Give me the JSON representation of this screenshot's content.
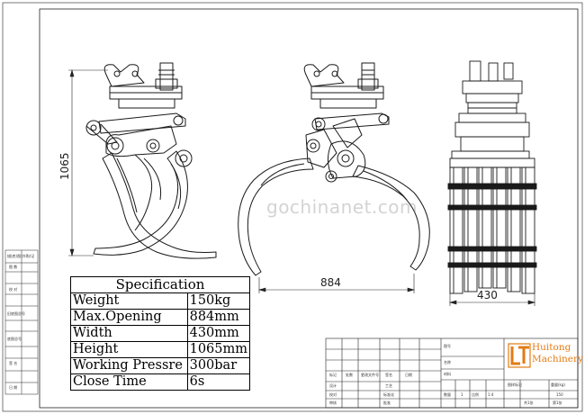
{
  "drawing": {
    "dimensions": {
      "height": "1065",
      "opening": "884",
      "width": "430"
    },
    "watermark": "gochinanet.com",
    "brand": {
      "logo_text": "LT",
      "name_line1": "Huitong",
      "name_line2": "Machinery"
    }
  },
  "specification": {
    "title": "Specification",
    "rows": [
      {
        "label": "Weight",
        "value": "150kg"
      },
      {
        "label": "Max.Opening",
        "value": "884mm"
      },
      {
        "label": "Width",
        "value": "430mm"
      },
      {
        "label": "Height",
        "value": "1065mm"
      },
      {
        "label": "Working Pressre",
        "value": "300bar"
      },
      {
        "label": "Close Time",
        "value": "6s"
      }
    ]
  },
  "title_block": {
    "left_labels": [
      "描(底)图(外购)记",
      "图 数",
      "校 对",
      "旧底图总号",
      "底图总号",
      "签 名",
      "日 期"
    ],
    "row_labels": [
      "标记",
      "处数",
      "更改文件号",
      "签名",
      "日期"
    ],
    "row2_labels": [
      "设计",
      "工艺",
      "标准化"
    ],
    "row3_labels": [
      "校对",
      "审核",
      "批准"
    ],
    "right_labels": [
      "图号",
      "名称",
      "材料",
      "数量",
      "共1张",
      "第1张",
      "图样标记",
      "重量(kg)",
      "比例"
    ],
    "values": [
      "150",
      "1:4",
      "1"
    ]
  },
  "colors": {
    "line": "#1a1a1a",
    "brand": "#e37b14"
  }
}
